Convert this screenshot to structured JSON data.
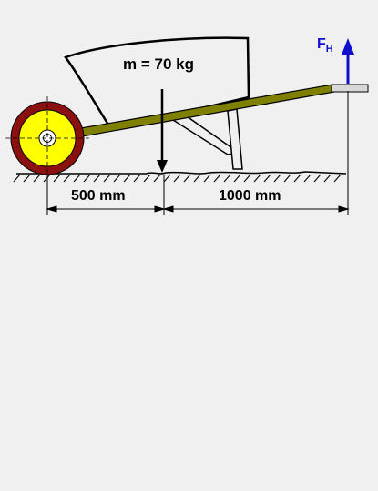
{
  "diagram": {
    "mass_label": "m = 70 kg",
    "force_label": "F",
    "force_subscript": "H",
    "dim_left": "500 mm",
    "dim_right": "1000 mm"
  },
  "colors": {
    "background": "#f0f0f0",
    "wheel_tire": "#8b1010",
    "wheel_rim": "#ffff00",
    "handle": "#808000",
    "force_arrow": "#1010cc",
    "ink": "#000000"
  },
  "icons": {
    "wheel": "wheel-icon",
    "force": "arrow-up-icon",
    "load": "arrow-down-icon"
  }
}
